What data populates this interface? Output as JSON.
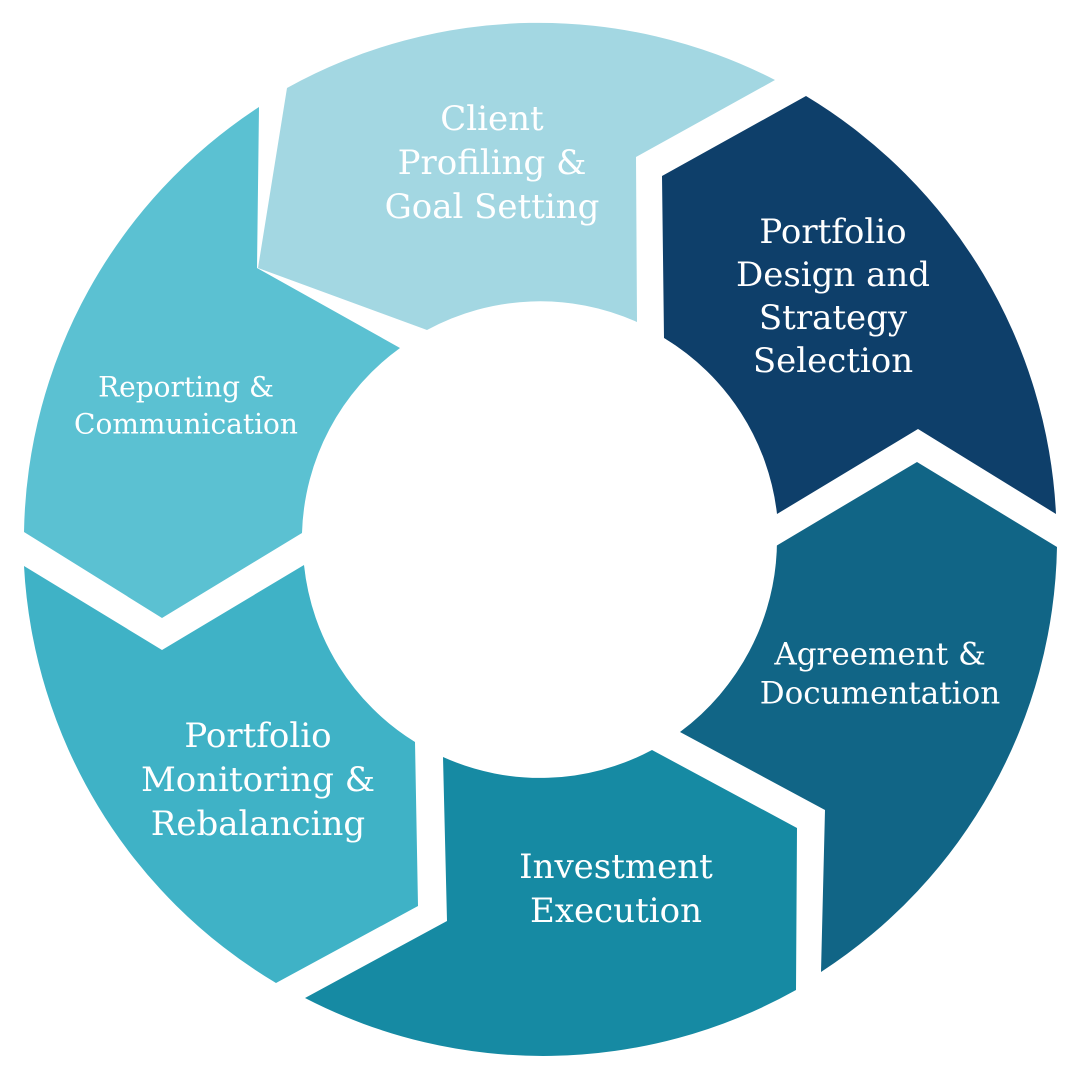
{
  "stages": [
    {
      "id": "client-profiling",
      "lines": [
        "Client",
        "Profiling &",
        "Goal Setting"
      ],
      "color": "#a3d7e2"
    },
    {
      "id": "portfolio-design",
      "lines": [
        "Portfolio",
        "Design and",
        "Strategy",
        "Selection"
      ],
      "color": "#0e3f6a"
    },
    {
      "id": "agreement",
      "lines": [
        "Agreement  &",
        "Documentation"
      ],
      "color": "#116586"
    },
    {
      "id": "investment-execution",
      "lines": [
        "Investment",
        "Execution"
      ],
      "color": "#168aa3"
    },
    {
      "id": "portfolio-monitoring",
      "lines": [
        "Portfolio",
        "Monitoring &",
        "Rebalancing"
      ],
      "color": "#3fb2c6"
    },
    {
      "id": "reporting",
      "lines": [
        "Reporting &",
        "Communication"
      ],
      "color": "#5bc1d2"
    }
  ]
}
